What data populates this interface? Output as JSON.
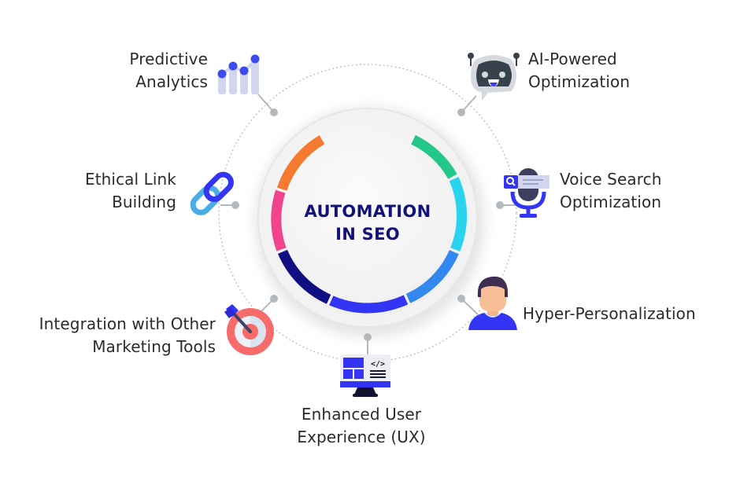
{
  "center": {
    "title_line1": "AUTOMATION",
    "title_line2": "IN SEO",
    "title_color": "#12127a"
  },
  "ring_segments": [
    {
      "name": "orange",
      "color": "#f47a2f"
    },
    {
      "name": "pink",
      "color": "#f2448e"
    },
    {
      "name": "navy",
      "color": "#0f0f82"
    },
    {
      "name": "blue",
      "color": "#3434f5"
    },
    {
      "name": "sky-blue",
      "color": "#3388f0"
    },
    {
      "name": "cyan",
      "color": "#2ad4ef"
    },
    {
      "name": "green",
      "color": "#24c68a"
    }
  ],
  "items": [
    {
      "id": "predictive-analytics",
      "line1": "Predictive",
      "line2": "Analytics",
      "icon": "bar-chart-icon"
    },
    {
      "id": "ai-powered-optimization",
      "line1": "AI-Powered",
      "line2": "Optimization",
      "icon": "robot-chat-icon"
    },
    {
      "id": "voice-search-optimization",
      "line1": "Voice Search",
      "line2": "Optimization",
      "icon": "microphone-search-icon"
    },
    {
      "id": "hyper-personalization",
      "line1": "Hyper-Personalization",
      "icon": "user-avatar-icon"
    },
    {
      "id": "enhanced-user-experience",
      "line1": "Enhanced User",
      "line2": "Experience (UX)",
      "icon": "monitor-code-icon"
    },
    {
      "id": "integration-marketing-tools",
      "line1": "Integration with Other",
      "line2": "Marketing Tools",
      "icon": "target-dart-icon"
    },
    {
      "id": "ethical-link-building",
      "line1": "Ethical Link",
      "line2": "Building",
      "icon": "chain-link-icon"
    }
  ],
  "colors": {
    "connector": "#b3b8bd",
    "dotted_ring": "#b9bcc0",
    "accent_blue": "#3b3bf5"
  }
}
